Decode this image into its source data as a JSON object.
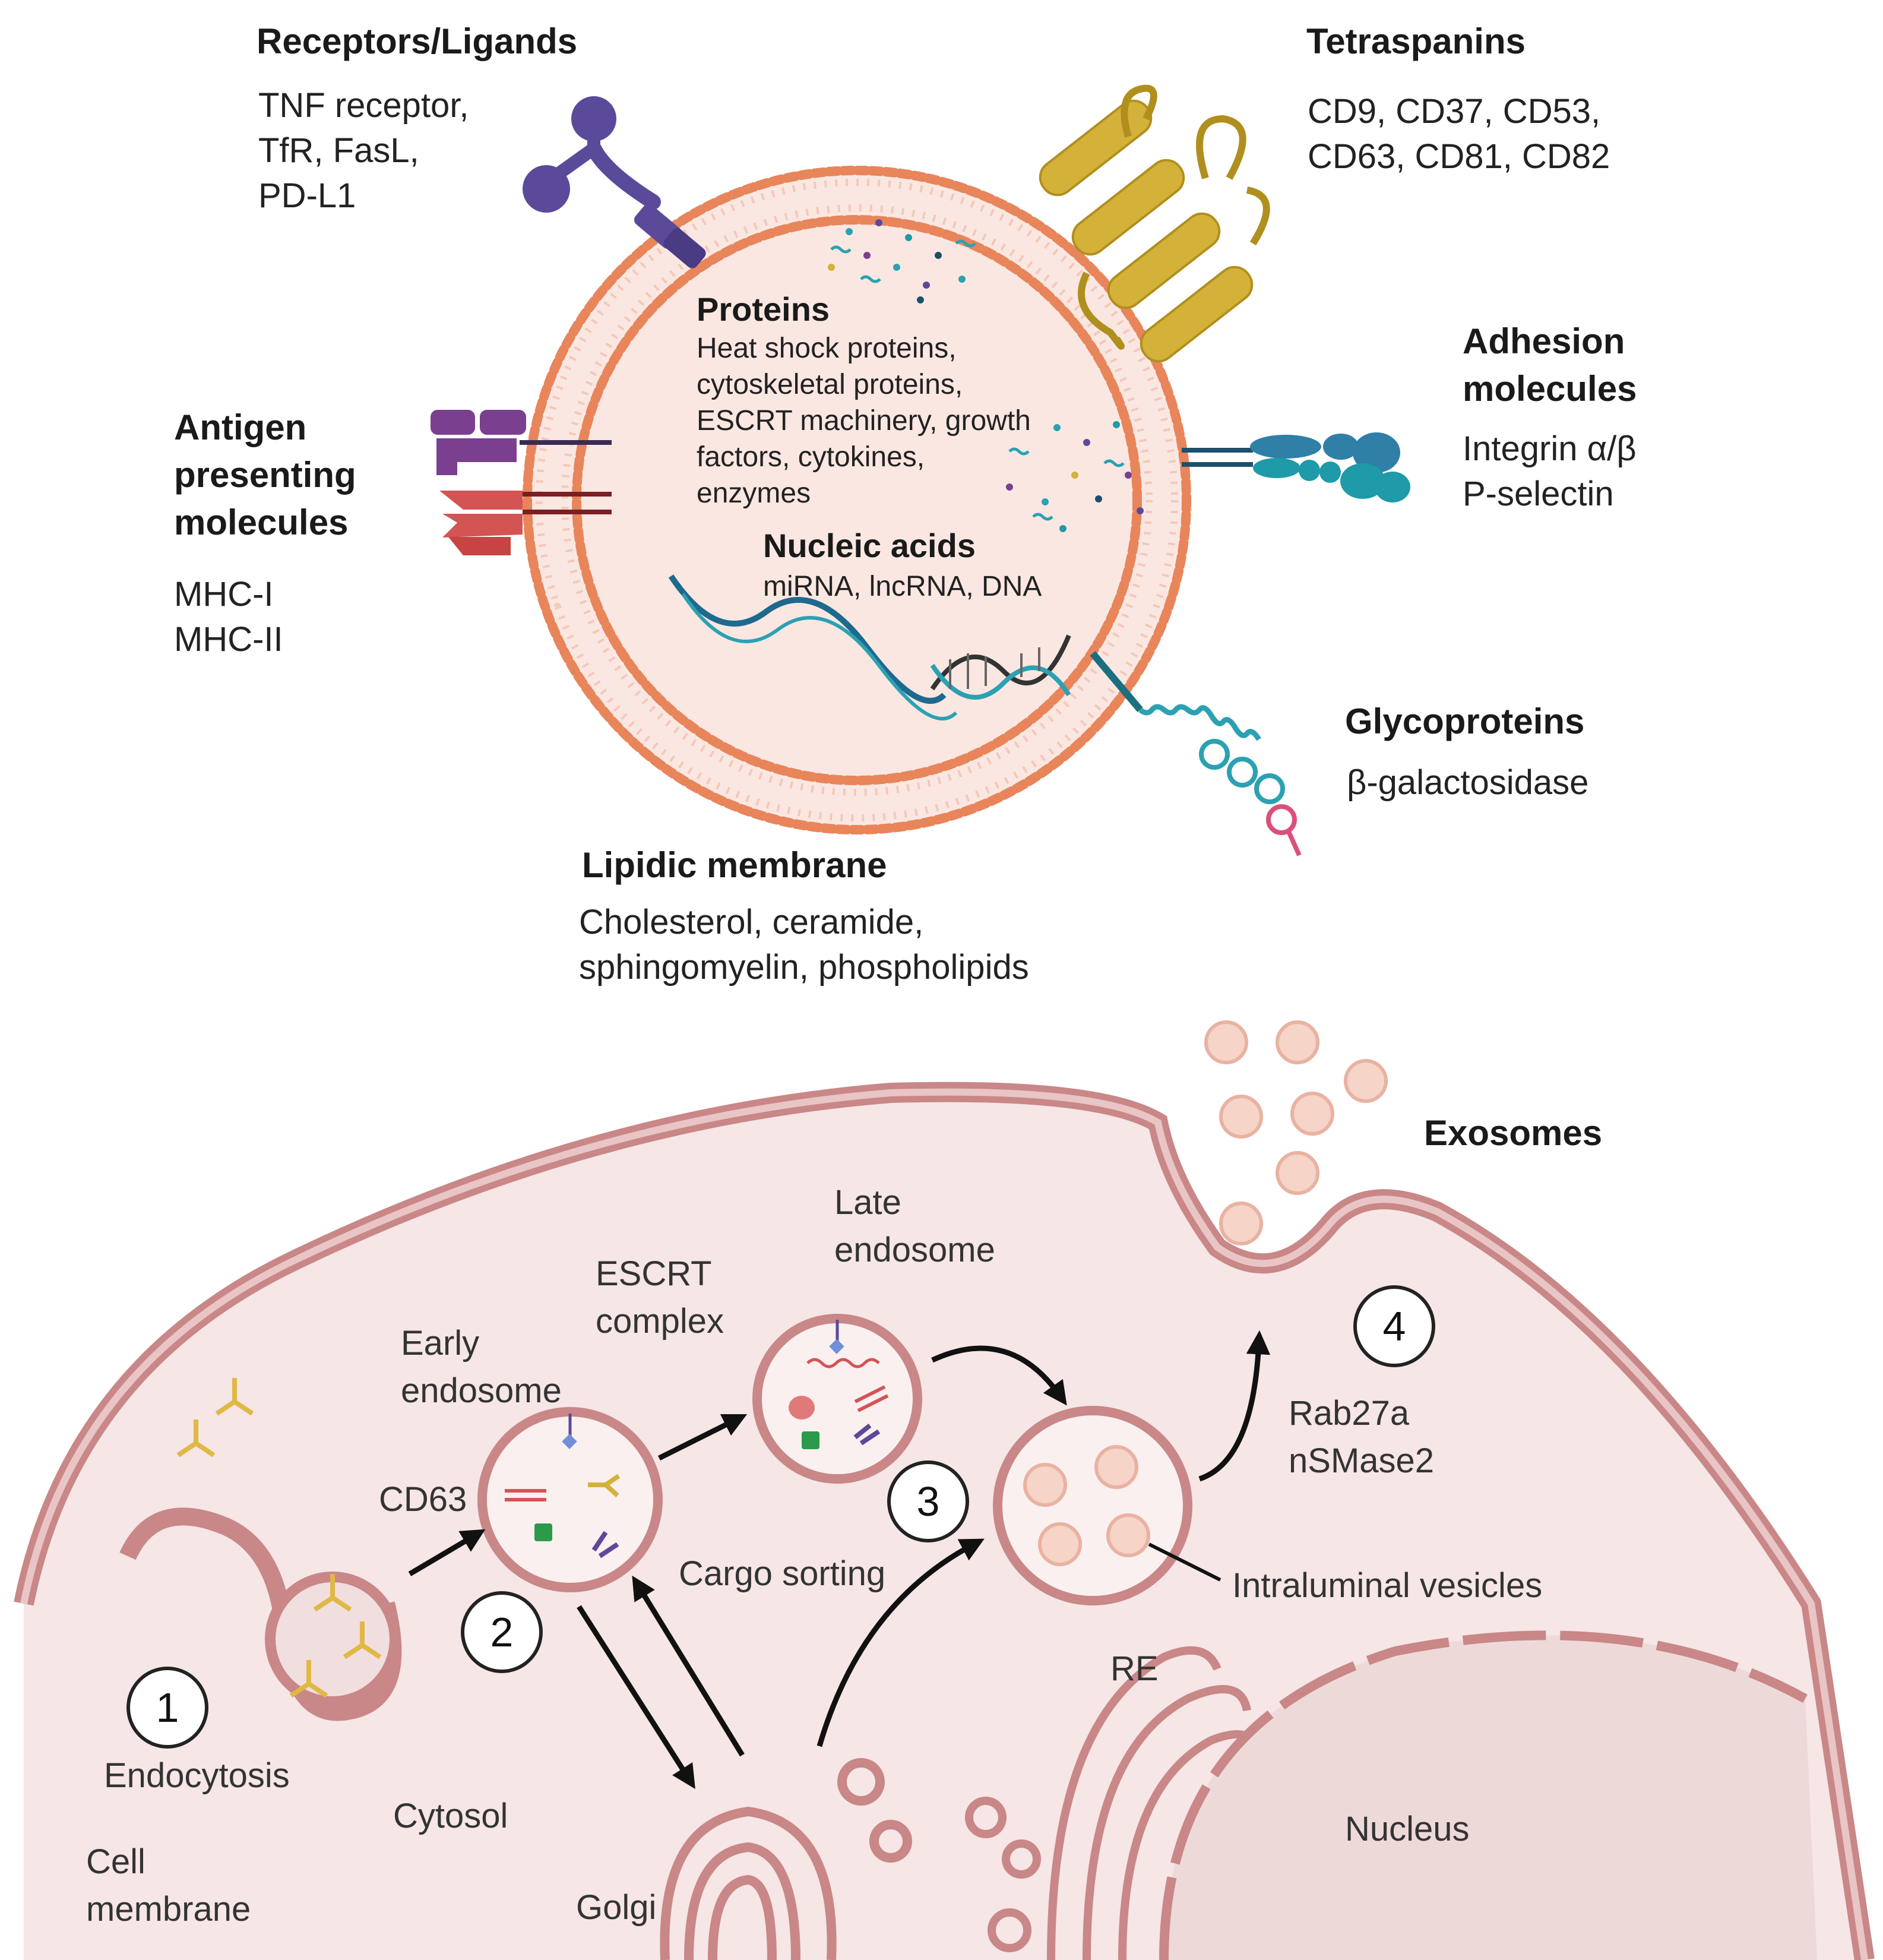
{
  "vesicle": {
    "receptors": {
      "title": "Receptors/Ligands",
      "items": "TNF receptor,\nTfR, FasL,\nPD-L1"
    },
    "tetraspanins": {
      "title": "Tetraspanins",
      "items": "CD9, CD37, CD53,\nCD63, CD81, CD82"
    },
    "adhesion": {
      "title": "Adhesion\nmolecules",
      "items": "Integrin α/β\nP-selectin"
    },
    "antigen": {
      "title": "Antigen\npresenting\nmolecules",
      "items": "MHC-I\nMHC-II"
    },
    "glycoproteins": {
      "title": "Glycoproteins",
      "items": "β-galactosidase"
    },
    "lipidic": {
      "title": "Lipidic membrane",
      "items": "Cholesterol, ceramide,\nsphingomyelin, phospholipids"
    },
    "proteins": {
      "title": "Proteins",
      "items": "Heat shock proteins,\ncytoskeletal proteins,\nESCRT machinery, growth\nfactors, cytokines,\nenzymes"
    },
    "nucleic": {
      "title": "Nucleic acids",
      "items": "miRNA, lncRNA, DNA"
    }
  },
  "cell": {
    "exosomes": "Exosomes",
    "late_endosome": "Late\nendosome",
    "escrt_complex": "ESCRT\ncomplex",
    "early_endosome": "Early\nendosome",
    "cd63": "CD63",
    "cargo_sorting": "Cargo sorting",
    "rab": "Rab27a\nnSMase2",
    "intraluminal": "Intraluminal vesicles",
    "re": "RE",
    "nucleus": "Nucleus",
    "endocytosis": "Endocytosis",
    "cytosol": "Cytosol",
    "cell_membrane": "Cell\nmembrane",
    "golgi": "Golgi",
    "steps": [
      "1",
      "2",
      "3",
      "4"
    ]
  },
  "colors": {
    "lipid_head": "#e8855a",
    "vesicle_fill": "#fbe7e2",
    "cell_fill": "#f6e6e6",
    "cell_membrane": "#c98787",
    "tetraspanin": "#d4b23a",
    "receptor": "#5b4a99",
    "mhc_i": "#7a3f8f",
    "mhc_ii": "#d45454",
    "adhesion": "#2f7fa6",
    "glycoprotein": "#2ba1b3"
  }
}
